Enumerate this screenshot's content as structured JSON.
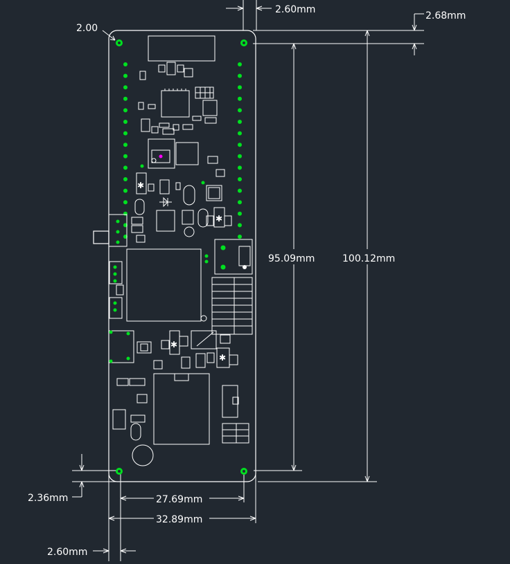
{
  "diagram": {
    "background": "#212830",
    "line_color": "#ffffff",
    "pad_color": "#00e020",
    "marker_color": "#ff00ff",
    "dimensions": {
      "top_hole_offset": "2.60mm",
      "top_edge_offset": "2.68mm",
      "hole_diameter": "2.00",
      "hole_spacing_vertical": "95.09mm",
      "board_height": "100.12mm",
      "bottom_edge_offset": "2.36mm",
      "hole_spacing_horizontal": "27.69mm",
      "board_width": "32.89mm",
      "left_edge_offset": "2.60mm"
    }
  }
}
